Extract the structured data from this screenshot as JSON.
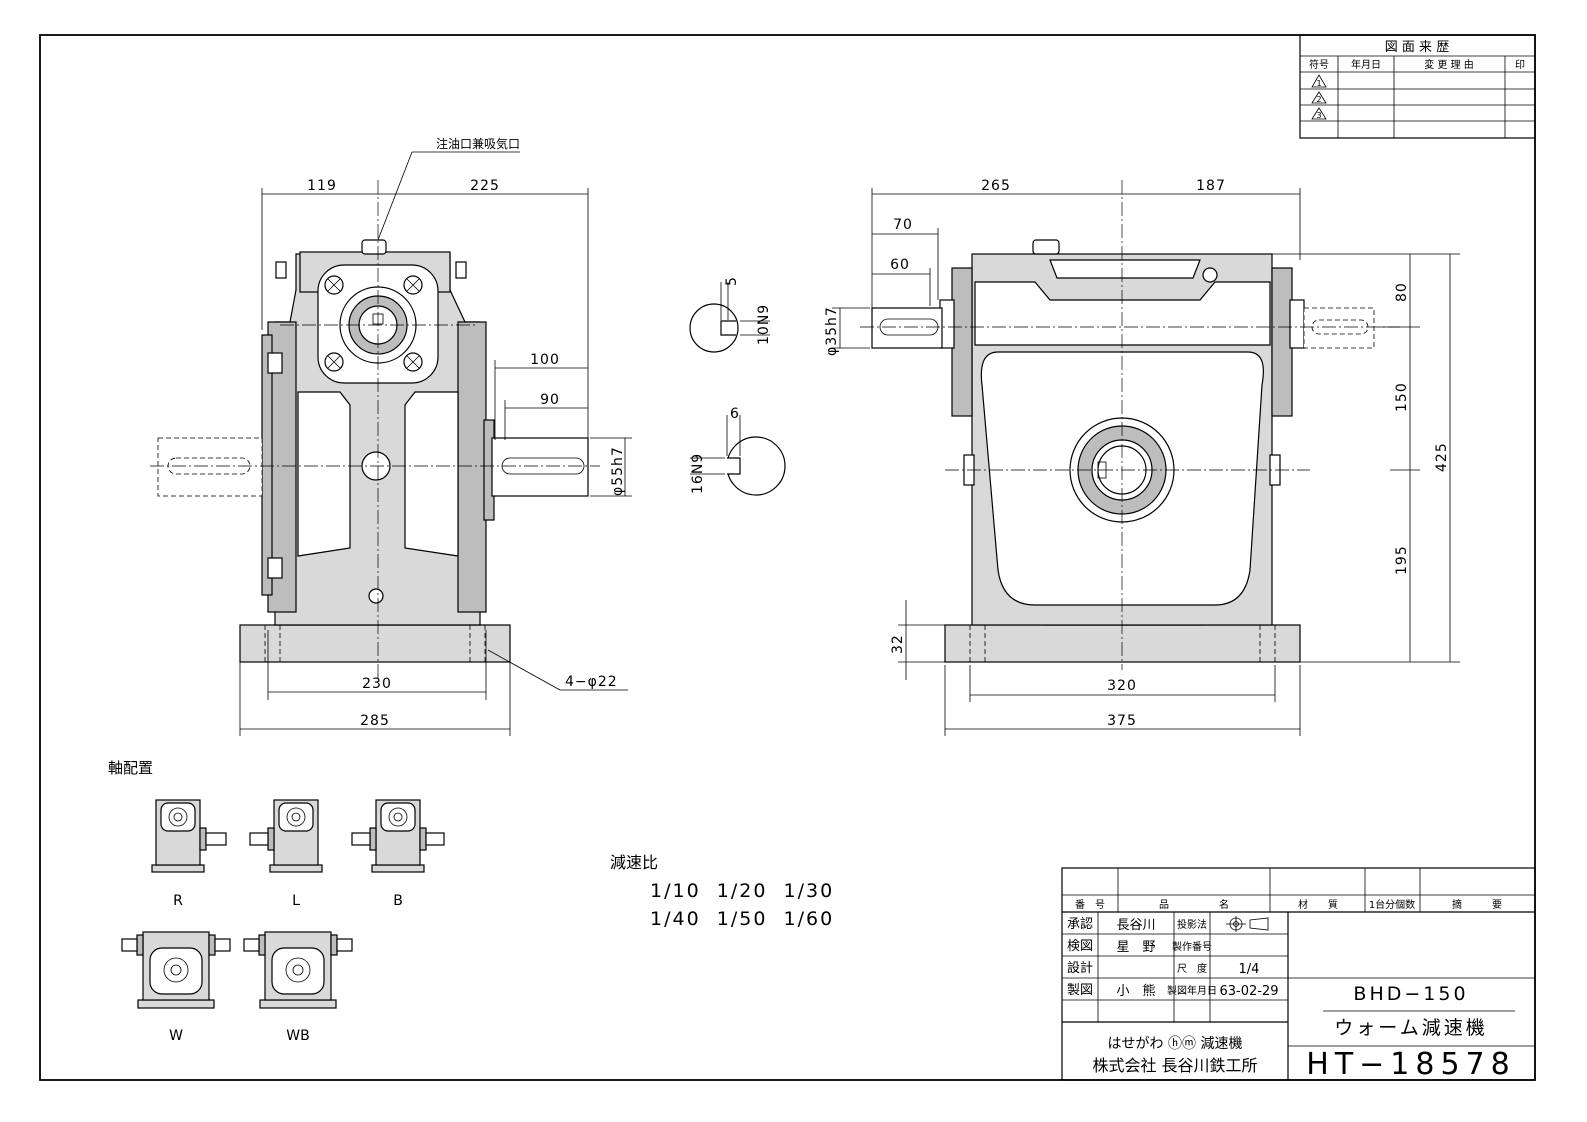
{
  "revision": {
    "title": "図 面 来 歴",
    "headers": [
      "符号",
      "年月日",
      "変 更 理 由",
      "印"
    ],
    "symbols": [
      "1",
      "2",
      "3"
    ]
  },
  "oil_port": "注油口兼吸気口",
  "front_view": {
    "dims": {
      "d119": "119",
      "d225": "225",
      "d100": "100",
      "d90": "90",
      "shaft_dia": "φ55h7",
      "d230": "230",
      "d285": "285",
      "holes": "4−φ22"
    }
  },
  "keyways": {
    "top_t": "5",
    "top_w": "10N9",
    "bot_t": "6",
    "bot_w": "16N9"
  },
  "side_view": {
    "dims": {
      "d265": "265",
      "d187": "187",
      "d70": "70",
      "d60": "60",
      "shaft_dia": "φ35h7",
      "d80": "80",
      "d150": "150",
      "d425": "425",
      "d195": "195",
      "d32": "32",
      "d320": "320",
      "d375": "375"
    }
  },
  "shaft_arrangement": {
    "title": "軸配置",
    "labels": [
      "R",
      "L",
      "B",
      "W",
      "WB"
    ]
  },
  "reduction": {
    "title": "減速比",
    "row1": "1/10  1/20  1/30",
    "row2": "1/40  1/50  1/60"
  },
  "title_block": {
    "headers": {
      "number": "番　号",
      "name": "品　　　　　名",
      "material": "材　　質",
      "qty": "1台分個数",
      "remarks": "摘　　　要"
    },
    "approved_label": "承認",
    "approved": "長谷川",
    "checked_label": "検図",
    "checked": "星　野",
    "designed_label": "設計",
    "designed": "",
    "drawn_label": "製図",
    "drawn": "小　熊",
    "projection_label": "投影法",
    "serial_label": "製作番号",
    "serial": "",
    "scale_label": "尺　度",
    "scale": "1/4",
    "date_label": "製図年月日",
    "date": "63-02-29",
    "model": "BHD−150",
    "product": "ウォーム減速機",
    "brand": "はせがわ ⓗⓜ 減速機",
    "company": "株式会社 長谷川鉄工所",
    "drawing_no": "HT−18578"
  }
}
